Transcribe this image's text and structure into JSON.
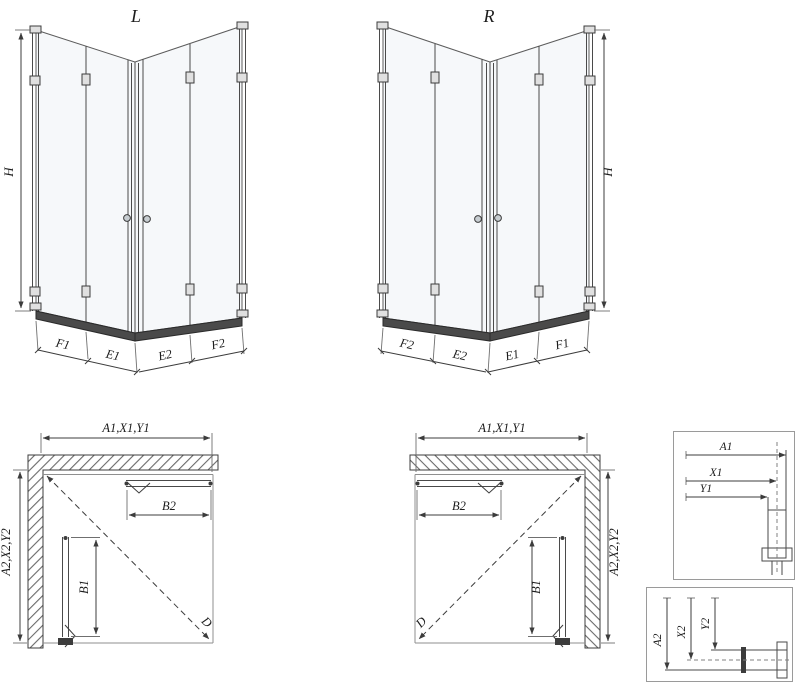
{
  "colors": {
    "line": "#4a4a4a",
    "line_light": "#6f6f6f",
    "text": "#1c1c1c",
    "rail": "#4a4a4a",
    "glass_tint": "#eef3f5",
    "hatch": "#6a6a6a"
  },
  "front_left": {
    "variant": "L",
    "height_dim": "H",
    "bottom_dims": {
      "outer_left": "F1",
      "inner_left": "E1",
      "inner_right": "E2",
      "outer_right": "F2"
    }
  },
  "front_right": {
    "variant": "R",
    "height_dim": "H",
    "bottom_dims": {
      "outer_left": "F2",
      "inner_left": "E2",
      "inner_right": "E1",
      "outer_right": "F1"
    }
  },
  "plan_left": {
    "width_dim": "A1,X1,Y1",
    "depth_dim": "A2,X2,Y2",
    "door_width_dim": "B2",
    "door_depth_dim": "B1",
    "diagonal_dim": "D"
  },
  "plan_right": {
    "width_dim": "A1,X1,Y1",
    "depth_dim": "A2,X2,Y2",
    "door_width_dim": "B2",
    "door_depth_dim": "B1",
    "diagonal_dim": "D"
  },
  "detail_width_profile": {
    "dims": [
      "A1",
      "X1",
      "Y1"
    ]
  },
  "detail_depth_profile": {
    "dims": [
      "A2",
      "X2",
      "Y2"
    ]
  }
}
